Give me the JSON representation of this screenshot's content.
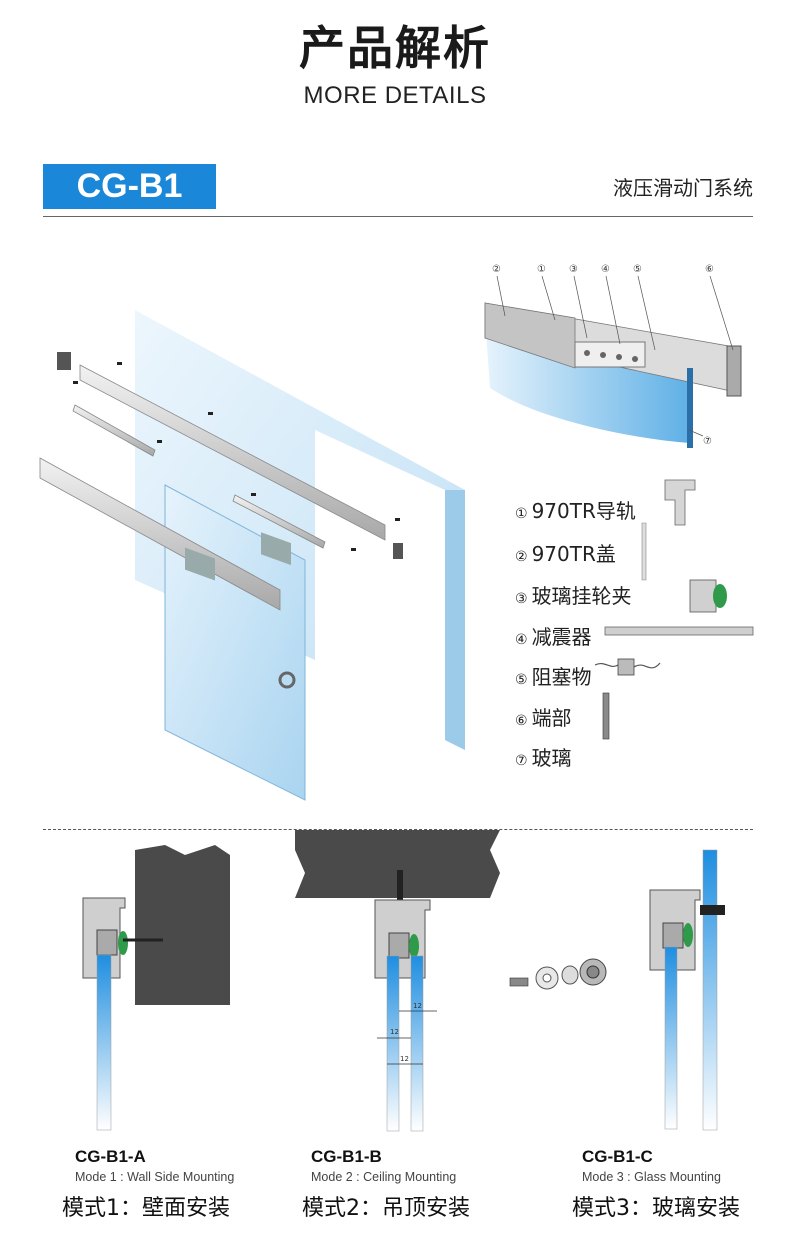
{
  "header": {
    "title_cn": "产品解析",
    "title_en": "MORE DETAILS"
  },
  "product": {
    "model": "CG-B1",
    "subtitle": "液压滑动门系统"
  },
  "callouts": [
    "②",
    "①",
    "③",
    "④",
    "⑤",
    "⑥",
    "⑦"
  ],
  "parts": [
    {
      "num": "①",
      "label": "970TR导轨"
    },
    {
      "num": "②",
      "label": "970TR盖"
    },
    {
      "num": "③",
      "label": "玻璃挂轮夹"
    },
    {
      "num": "④",
      "label": "减震器"
    },
    {
      "num": "⑤",
      "label": "阻塞物"
    },
    {
      "num": "⑥",
      "label": "端部"
    },
    {
      "num": "⑦",
      "label": "玻璃"
    }
  ],
  "dimension_label": "12",
  "modes": [
    {
      "code": "CG-B1-A",
      "en": "Mode 1 : Wall Side Mounting",
      "cn": "模式1：壁面安装"
    },
    {
      "code": "CG-B1-B",
      "en": "Mode 2 : Ceiling Mounting",
      "cn": "模式2：吊顶安装"
    },
    {
      "code": "CG-B1-C",
      "en": "Mode 3 : Glass Mounting",
      "cn": "模式3：玻璃安装"
    }
  ],
  "colors": {
    "accent": "#1a87d9",
    "glass": "#bfe0f5",
    "profile": "#c8c8c8",
    "wall": "#4a4a4a"
  }
}
